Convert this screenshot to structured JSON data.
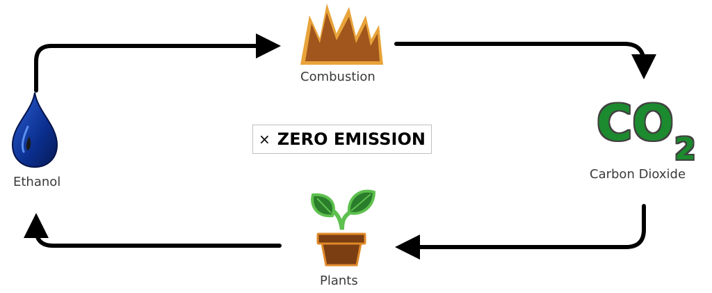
{
  "diagram": {
    "nodes": {
      "combustion": {
        "label": "Combustion",
        "icon": "flame-icon"
      },
      "co2": {
        "formula_main": "CO",
        "formula_sub": "2",
        "label": "Carbon Dioxide"
      },
      "plants": {
        "label": "Plants",
        "icon": "potted-plant-icon"
      },
      "ethanol": {
        "label": "Ethanol",
        "icon": "drop-icon"
      }
    },
    "center_badge": {
      "symbol": "×",
      "text": "ZERO EMISSION"
    },
    "colors": {
      "arrow": "#000000",
      "flame": "#a0561c",
      "flame_outline": "#e8a33a",
      "co2_text": "#1f8a2d",
      "co2_glow": "#3f3f3f",
      "leaf": "#2a7d2a",
      "leaf_light": "#5ec04f",
      "pot": "#7a3e12",
      "pot_rim": "#e08a2a",
      "drop": "#0b2f8f",
      "drop_highlight": "#2f6bd9"
    }
  }
}
